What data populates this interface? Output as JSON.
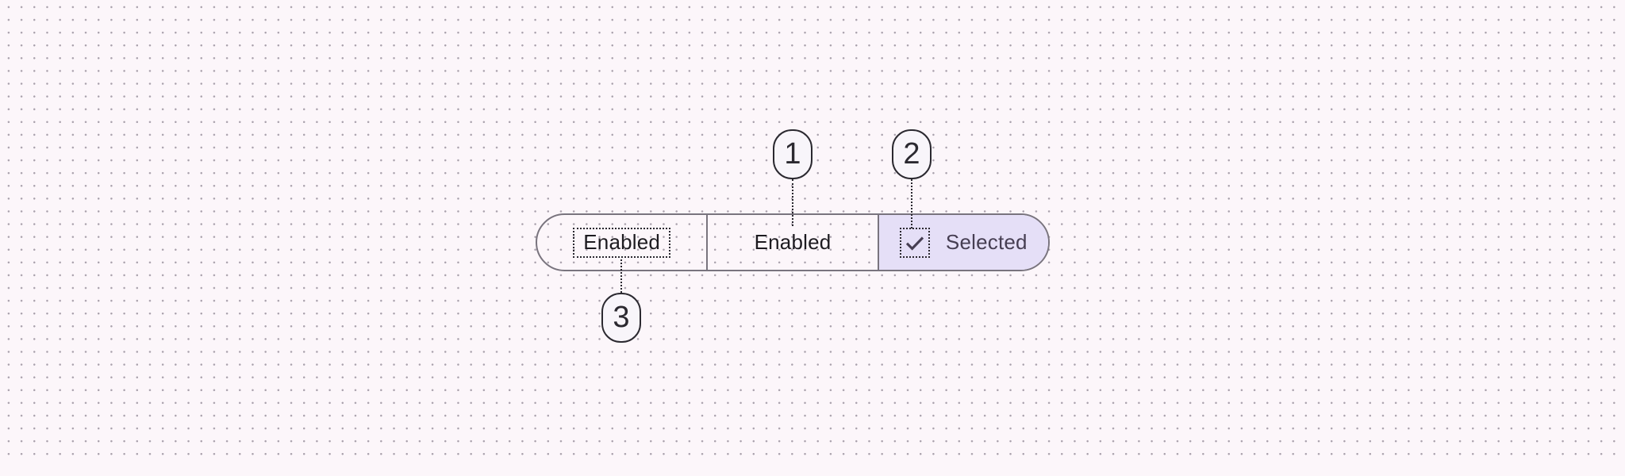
{
  "segmented_button": {
    "type": "multi-select-segmented-button",
    "segments": [
      {
        "label": "Enabled",
        "state": "enabled",
        "selected": false
      },
      {
        "label": "Enabled",
        "state": "enabled",
        "selected": false
      },
      {
        "label": "Selected",
        "state": "selected",
        "selected": true,
        "icon": "check-icon"
      }
    ]
  },
  "annotations": {
    "callouts": [
      {
        "number": "1",
        "target": "container-segment"
      },
      {
        "number": "2",
        "target": "selected-segment-check-icon"
      },
      {
        "number": "3",
        "target": "segment-label-text"
      }
    ]
  },
  "colors": {
    "page_background": "#fcf6fa",
    "grid_dot": "#a9a1ac",
    "outline": "#79747e",
    "selected_container": "#e5dff7",
    "on_selected_container": "#463e52",
    "label_text": "#1d1b20",
    "annotation_ink": "#2b2930"
  }
}
